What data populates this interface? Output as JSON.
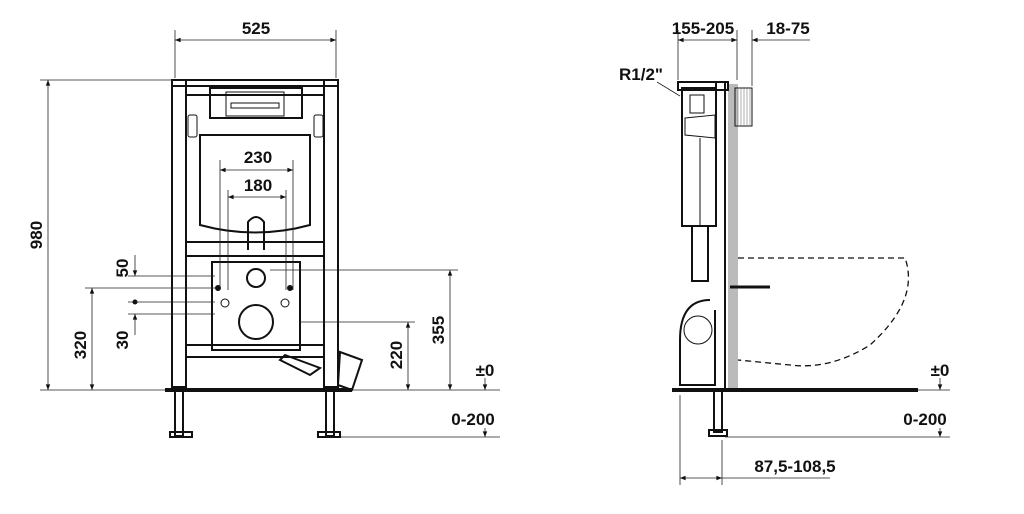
{
  "front_view": {
    "width_total": "525",
    "flush_plate_width_outer": "230",
    "flush_plate_width_inner": "180",
    "height_total": "980",
    "offset_upper": "50",
    "connection_height": "320",
    "offset_lower": "30",
    "drain_height": "220",
    "outlet_height": "355",
    "floor_level": "±0",
    "foot_adjustment": "0-200"
  },
  "side_view": {
    "depth_frame": "155-205",
    "wall_thickness": "18-75",
    "water_connection": "R1/2\"",
    "floor_level": "±0",
    "foot_adjustment": "0-200",
    "foot_depth": "87,5-108,5"
  }
}
